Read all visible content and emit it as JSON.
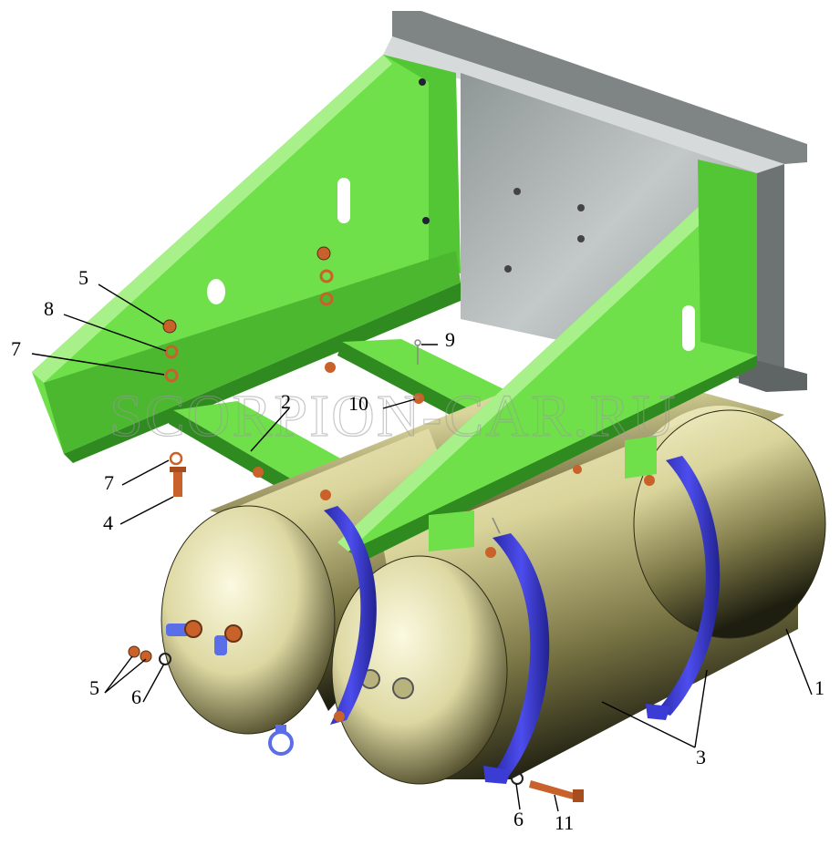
{
  "callouts": {
    "c1": "1",
    "c2": "2",
    "c3": "3",
    "c4": "4",
    "c5a": "5",
    "c5b": "5",
    "c6a": "6",
    "c6b": "6",
    "c7a": "7",
    "c7b": "7",
    "c8": "8",
    "c9": "9",
    "c10": "10",
    "c11": "11"
  },
  "watermark": "SCORPION-CAR.RU",
  "colors": {
    "bracket": "#6fe04a",
    "bracket_dark": "#2f8a1f",
    "bracket_shadow": "#1c5a12",
    "frame_rail": "#b9bfbf",
    "tank": "#e6e2a8",
    "tank_dark": "#3a3a1e",
    "strap": "#3b3bd6",
    "fastener": "#c8622a",
    "fitting": "#5a6ee8"
  }
}
